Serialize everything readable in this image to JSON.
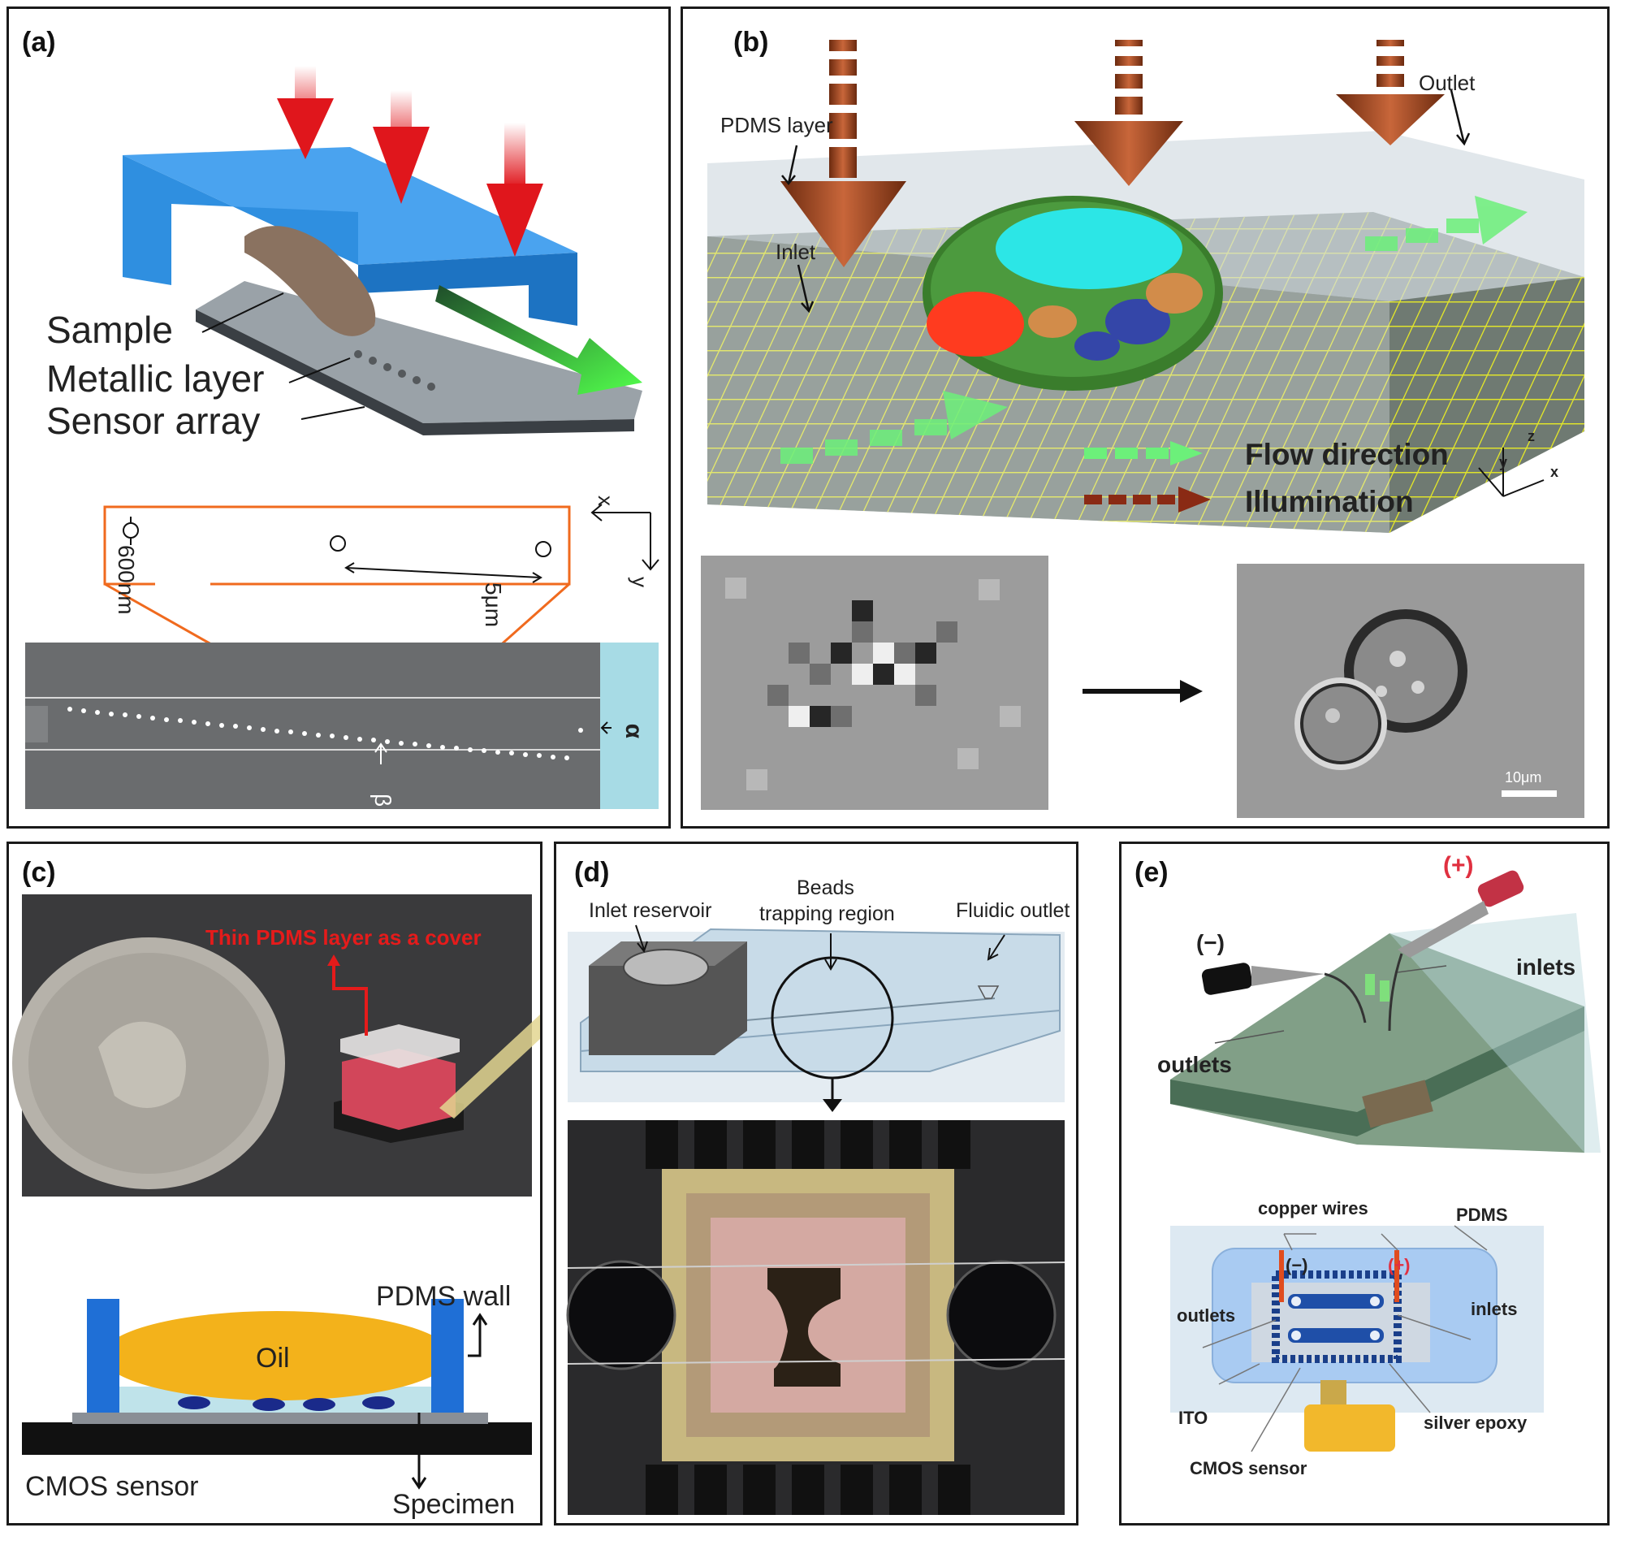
{
  "panels": {
    "a": {
      "label": "(a)",
      "sample": "Sample",
      "metallic": "Metallic layer",
      "sensor": "Sensor array",
      "dim_600": "600nm",
      "dim_5um": "5μm",
      "axis_x": "x",
      "axis_y": "y",
      "alpha": "α",
      "beta": "β"
    },
    "b": {
      "label": "(b)",
      "pdms": "PDMS layer",
      "inlet": "Inlet",
      "outlet": "Outlet",
      "flow": "Flow direction",
      "illum": "Illumination",
      "axis_x": "x",
      "axis_y": "y",
      "axis_z": "z",
      "scale": "10μm"
    },
    "c": {
      "label": "(c)",
      "cover": "Thin PDMS layer as a cover",
      "pdms_wall": "PDMS wall",
      "oil": "Oil",
      "cmos": "CMOS sensor",
      "specimen": "Specimen"
    },
    "d": {
      "label": "(d)",
      "inlet": "Inlet reservoir",
      "beads_1": "Beads",
      "beads_2": "trapping region",
      "outlet": "Fluidic outlet"
    },
    "e": {
      "label": "(e)",
      "plus": "(+)",
      "minus": "(−)",
      "inlets": "inlets",
      "outlets": "outlets",
      "copper": "copper wires",
      "pdms": "PDMS",
      "minus2": "(−)",
      "plus2": "(+)",
      "outlets2": "outlets",
      "inlets2": "inlets",
      "ito": "ITO",
      "silver": "silver epoxy",
      "cmos": "CMOS sensor"
    }
  },
  "colors": {
    "arrow_red": "#e0161c",
    "blue_block": "#2f8fe0",
    "orange_outline": "#f06a1e",
    "flow_green": "#4fe04a",
    "illum_brown": "#8a2a14",
    "oil_yellow": "#f3b21b",
    "wall_blue": "#1f6fd6",
    "cover_red": "#e51b1b"
  }
}
